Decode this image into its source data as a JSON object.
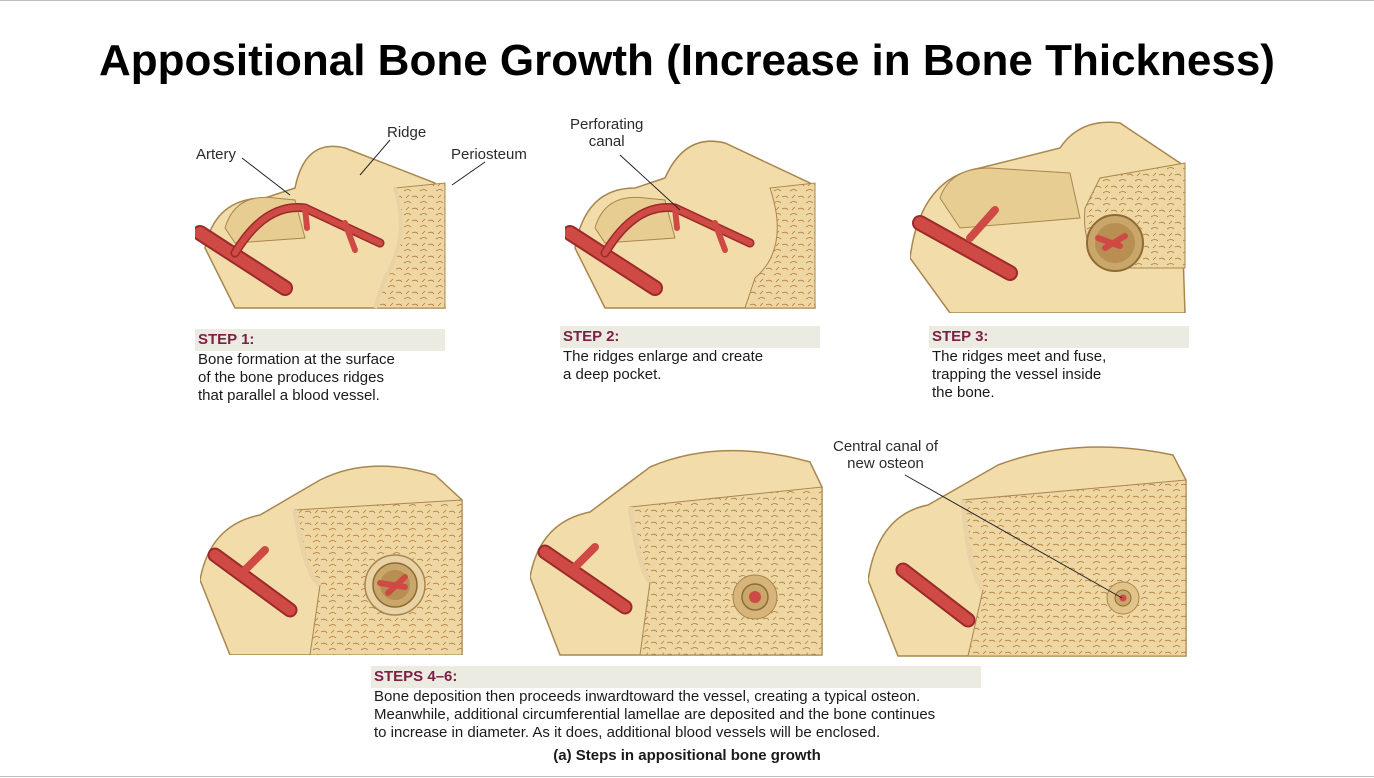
{
  "title": "Appositional Bone Growth (Increase in Bone Thickness)",
  "labels": {
    "artery": "Artery",
    "ridge": "Ridge",
    "periosteum": "Periosteum",
    "perforating_line1": "Perforating",
    "perforating_line2": "canal",
    "central_line1": "Central canal of",
    "central_line2": "new osteon"
  },
  "steps": [
    {
      "head": "STEP 1:",
      "lines": [
        "Bone formation at the surface",
        "of the bone produces ridges",
        "that parallel a blood vessel."
      ]
    },
    {
      "head": "STEP 2:",
      "lines": [
        "The ridges enlarge and create",
        "a deep pocket."
      ]
    },
    {
      "head": "STEP 3:",
      "lines": [
        "The ridges meet and fuse,",
        "trapping the vessel inside",
        "the bone."
      ]
    }
  ],
  "steps46": {
    "head": "STEPS 4–6:",
    "lines": [
      "Bone deposition then proceeds inwardtoward the vessel, creating a typical osteon.",
      "Meanwhile, additional circumferential lamellae are deposited and the bone continues",
      "to increase in diameter. As it does, additional blood vessels will be enclosed."
    ]
  },
  "caption": "(a) Steps in appositional bone growth",
  "colors": {
    "bone_light": "#f3e0b2",
    "bone_mid": "#e2c48a",
    "bone_dark": "#b9975a",
    "cross_section": "#efd7a3",
    "vessel": "#cf4a44",
    "vessel_dark": "#9c2a2a",
    "step_head": "#7b1f45",
    "step_bg": "#ecebe2"
  }
}
